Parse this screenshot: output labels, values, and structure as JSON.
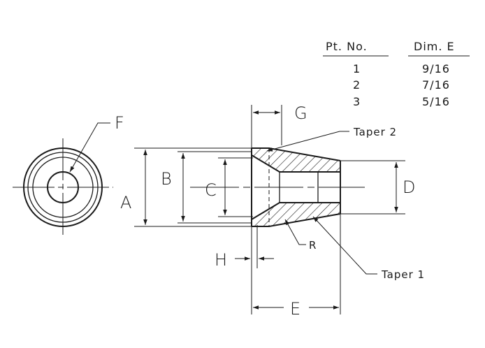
{
  "table": {
    "headers": [
      "Pt. No.",
      "Dim. E"
    ],
    "rows": [
      [
        "1",
        "9/16"
      ],
      [
        "2",
        "7/16"
      ],
      [
        "3",
        "5/16"
      ]
    ]
  },
  "dimension_labels": {
    "a": "A",
    "b": "B",
    "c": "C",
    "d": "D",
    "e": "E",
    "f": "F",
    "g": "G",
    "h": "H",
    "r": "R"
  },
  "callouts": {
    "taper1": "Taper 1",
    "taper2": "Taper 2"
  }
}
